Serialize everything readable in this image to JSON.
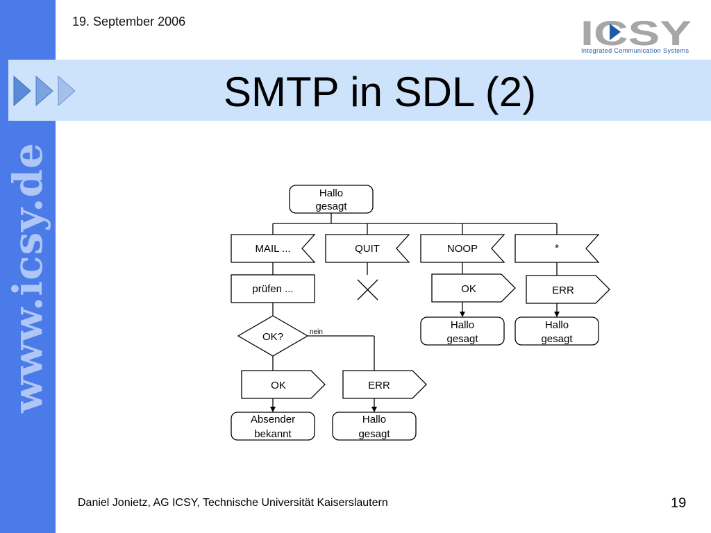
{
  "header": {
    "date": "19. September 2006",
    "logo_text": "ICSY",
    "logo_subtitle": "Integrated Communication Systems",
    "title": "SMTP in SDL (2)"
  },
  "sidebar": {
    "url": "www.icsy.de"
  },
  "diagram": {
    "start_state": {
      "line1": "Hallo",
      "line2": "gesagt"
    },
    "inputs": [
      "MAIL ...",
      "QUIT",
      "NOOP",
      "*"
    ],
    "task": "prüfen ...",
    "decision": "OK?",
    "decision_no_label": "nein",
    "outputs": {
      "noop": "OK",
      "star": "ERR",
      "check_ok": "OK",
      "check_err": "ERR"
    },
    "next_states": {
      "noop": {
        "line1": "Hallo",
        "line2": "gesagt"
      },
      "star": {
        "line1": "Hallo",
        "line2": "gesagt"
      },
      "check_ok": {
        "line1": "Absender",
        "line2": "bekannt"
      },
      "check_err": {
        "line1": "Hallo",
        "line2": "gesagt"
      }
    }
  },
  "footer": {
    "author": "Daniel Jonietz, AG ICSY, Technische Universität Kaiserslautern",
    "page": "19"
  },
  "colors": {
    "sidebar": "#4a7be8",
    "sidebar_text": "#b0c6f4",
    "title_band": "#cde3fb",
    "arrow_fill": "#5b8bd6",
    "logo_grey": "#a6a6a6",
    "logo_blue": "#1f5aa6"
  }
}
